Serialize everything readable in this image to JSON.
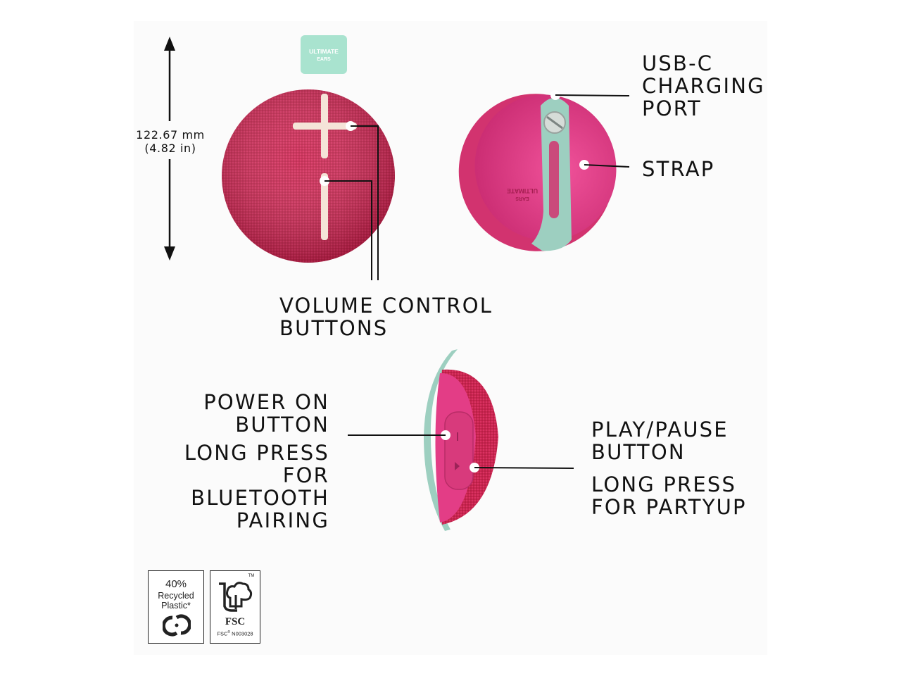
{
  "dimension": {
    "metric": "122.67 mm",
    "imperial": "(4.82 in)"
  },
  "callouts": {
    "usb_c": "USB-C\nCHARGING\nPORT",
    "strap": "STRAP",
    "volume": "VOLUME CONTROL\nBUTTONS",
    "power": "POWER ON\nBUTTON",
    "power_long": "LONG PRESS\nFOR\nBLUETOOTH\nPAIRING",
    "play": "PLAY/PAUSE\nBUTTON",
    "play_long": "LONG PRESS\nFOR PARTYUP"
  },
  "product": {
    "tag_text": "ULTIMATE\nEARS",
    "back_text": "ULTIMATE\nEARS",
    "colors": {
      "body": "#c8254f",
      "back": "#e33d86",
      "strap": "#9dcfc0",
      "tag": "#a9e3cf",
      "buttons": "#f5e4d8"
    }
  },
  "badges": {
    "recycled_percent": "40%",
    "recycled_line1": "Recycled",
    "recycled_line2": "Plastic*",
    "fsc_name": "FSC",
    "fsc_code": "FSC",
    "fsc_id": "N003028",
    "fsc_tm": "TM"
  }
}
